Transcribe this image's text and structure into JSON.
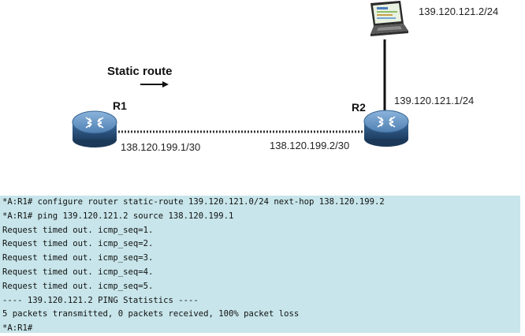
{
  "diagram": {
    "title": "Static route",
    "routers": [
      {
        "id": "r1",
        "label": "R1"
      },
      {
        "id": "r2",
        "label": "R2"
      }
    ],
    "labels": {
      "laptop_ip": "139.120.121.2/24",
      "r2_lan_ip": "139.120.121.1/24",
      "r1_wan_ip": "138.120.199.1/30",
      "r2_wan_ip": "138.120.199.2/30"
    }
  },
  "console": {
    "lines": [
      "*A:R1# configure router static-route 139.120.121.0/24 next-hop 138.120.199.2",
      "*A:R1# ping 139.120.121.2 source 138.120.199.1",
      "Request timed out. icmp_seq=1.",
      "Request timed out. icmp_seq=2.",
      "Request timed out. icmp_seq=3.",
      "Request timed out. icmp_seq=4.",
      "Request timed out. icmp_seq=5.",
      "---- 139.120.121.2 PING Statistics ----",
      "5 packets transmitted, 0 packets received, 100% packet loss",
      "*A:R1#"
    ]
  },
  "colors": {
    "router_body": "#3d6fa0",
    "router_top": "#6f9cc8",
    "console_bg": "#c7e5ea"
  }
}
